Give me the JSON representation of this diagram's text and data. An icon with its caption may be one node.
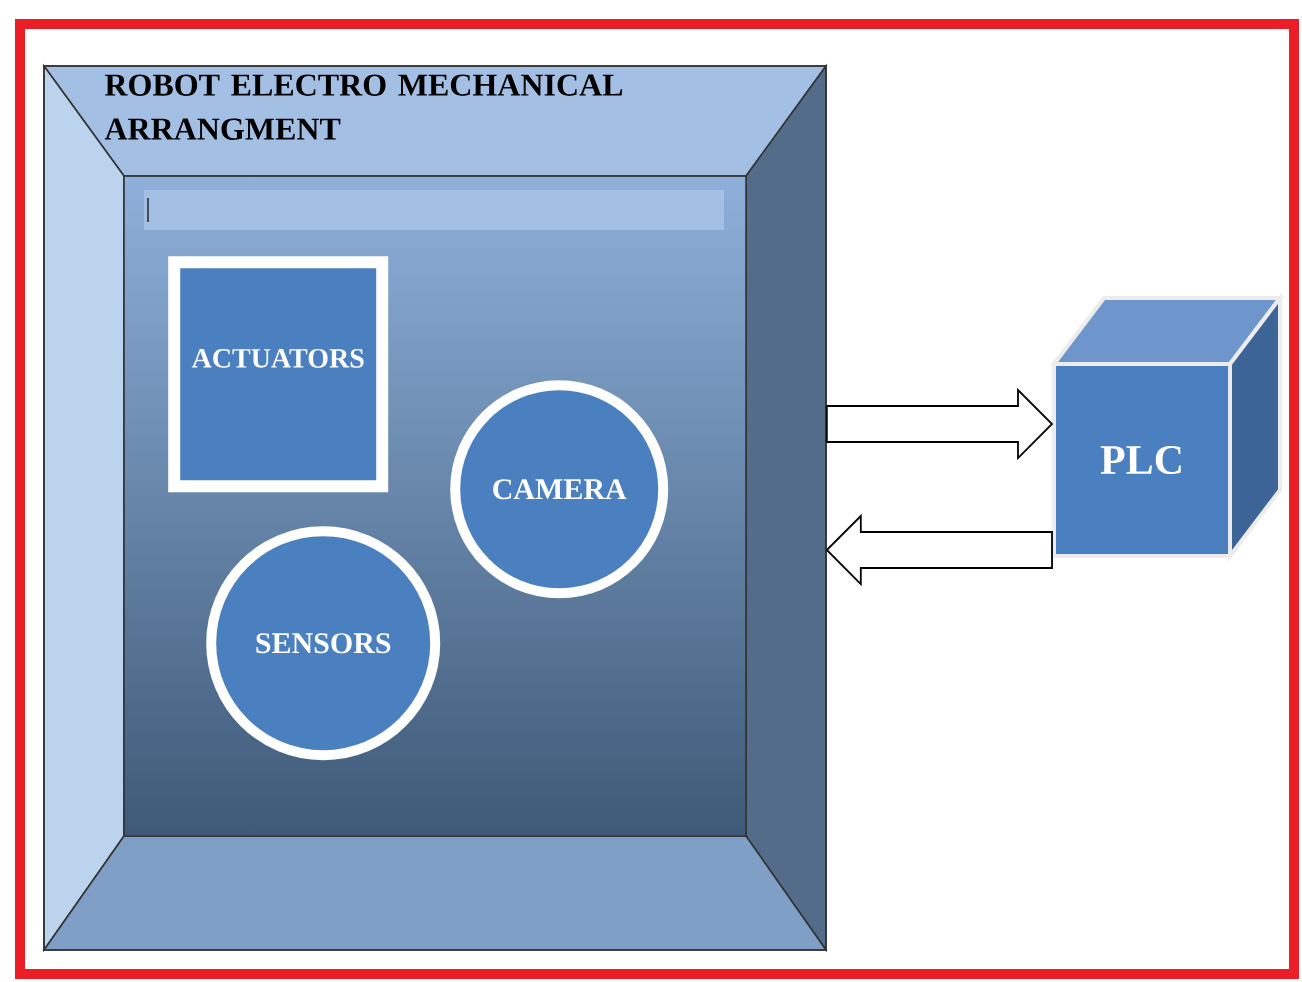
{
  "diagram": {
    "nodes": [
      {
        "text": [
          "ROBOT ELECTRO MECHANICAL ARRANGMENT"
        ]
      },
      {
        "text": [
          "ACTUATORS"
        ],
        "in": 0
      },
      {
        "text": [
          "CAMERA"
        ],
        "in": 0
      },
      {
        "text": [
          "SENSORS"
        ],
        "in": 0
      },
      {
        "text": [
          "PLC"
        ]
      }
    ],
    "edges": [
      {
        "from": 0,
        "to": 4,
        "arrow": "to"
      },
      {
        "from": 4,
        "to": 0,
        "arrow": "to"
      }
    ]
  }
}
